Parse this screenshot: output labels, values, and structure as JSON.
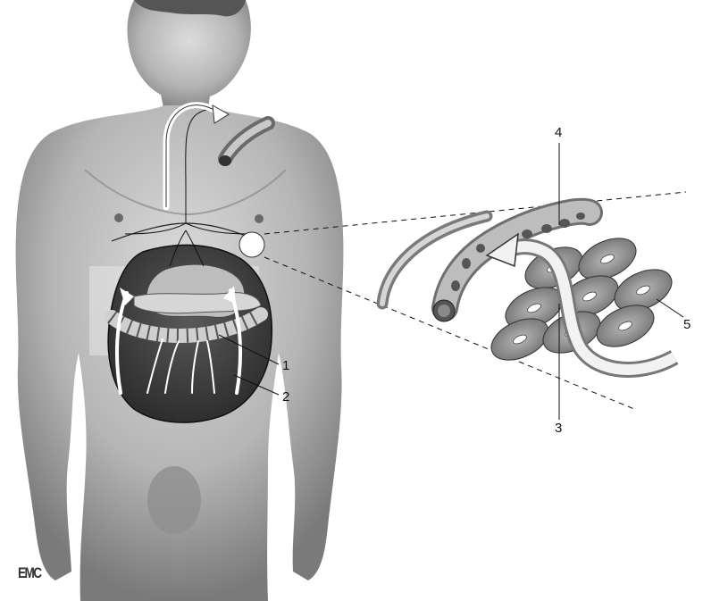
{
  "figure": {
    "callouts": [
      {
        "id": "1",
        "label": "1"
      },
      {
        "id": "2",
        "label": "2"
      },
      {
        "id": "3",
        "label": "3"
      },
      {
        "id": "4",
        "label": "4"
      },
      {
        "id": "5",
        "label": "5"
      }
    ],
    "logo": "EMC"
  },
  "colors": {
    "background": "#ffffff",
    "skin_light": "#cfcfcf",
    "skin_mid": "#a9a9a9",
    "skin_dark": "#6e6e6e",
    "abdomen_cavity": "#4a4a4a",
    "organ_light": "#d4d4d4",
    "vessel": "#8c8c8c",
    "cell": "#9a9a9a",
    "arrow": "#ffffff",
    "line": "#111111"
  },
  "icons": [
    "flow-arrow-icon",
    "blood-vessel-icon",
    "fat-cell-cluster-icon",
    "lymph-node-icon"
  ]
}
